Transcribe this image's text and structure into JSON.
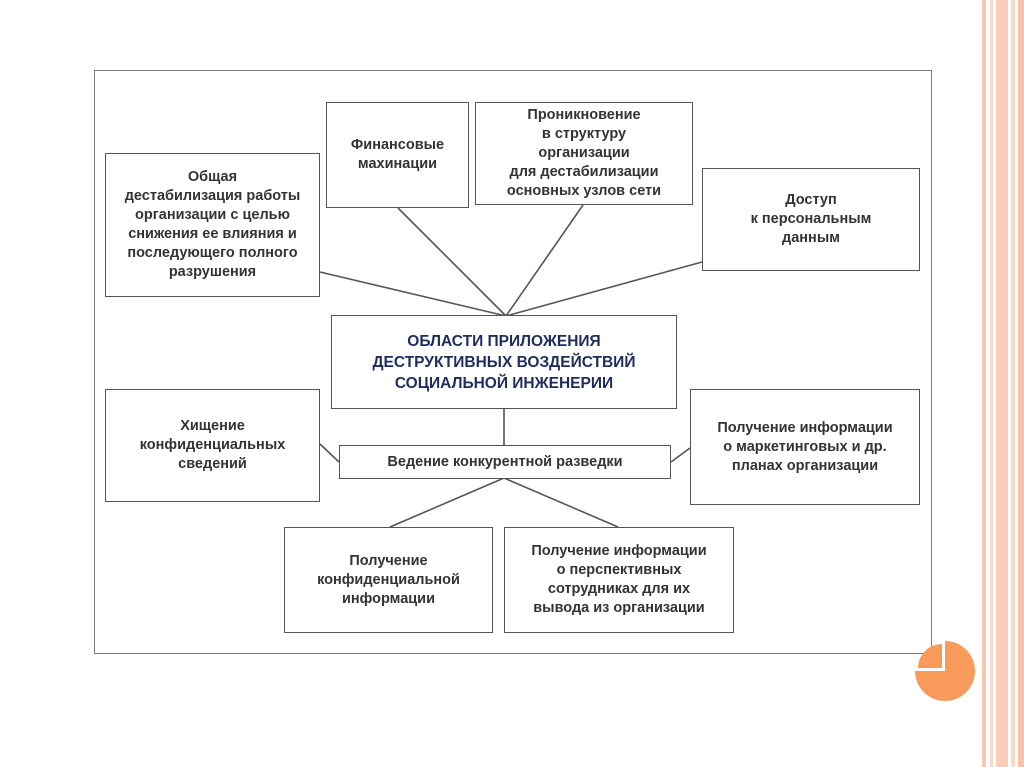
{
  "diagram": {
    "center": "ОБЛАСТИ ПРИЛОЖЕНИЯ\nДЕСТРУКТИВНЫХ ВОЗДЕЙСТВИЙ\nСОЦИАЛЬНОЙ ИНЖЕНЕРИИ",
    "top_nodes": {
      "destabilization": "Общая\nдестабилизация работы\nорганизации с целью\nснижения ее влияния и\nпоследующего полного\nразрушения",
      "financial": "Финансовые\nмахинации",
      "penetration": "Проникновение\nв структуру\nорганизации\nдля дестабилизации\nосновных узлов сети",
      "personal_data": "Доступ\nк персональным\nданным"
    },
    "intel_bar": "Ведение конкурентной разведки",
    "intel_nodes": {
      "theft": "Хищение\nконфиденциальных\nсведений",
      "marketing": "Получение информации\nо маркетинговых и др.\nпланах организации",
      "confidential": "Получение\nконфиденциальной\nинформации",
      "employees": "Получение информации\nо перспективных\nсотрудниках для их\nвывода из организации"
    }
  },
  "colors": {
    "accent_orange": "#f89a5a",
    "stripe_peach": "#f9cdb8",
    "center_text": "#1f2d5c",
    "box_border": "#555555"
  }
}
